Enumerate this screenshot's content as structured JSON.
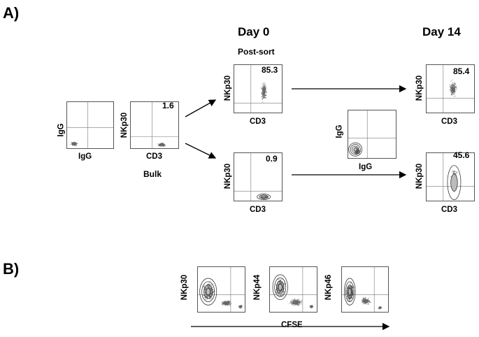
{
  "panels": {
    "a_label": "A)",
    "b_label": "B)"
  },
  "headers": {
    "day0": "Day 0",
    "day14": "Day 14",
    "post_sort": "Post-sort",
    "bulk": "Bulk"
  },
  "plots": [
    {
      "id": "igg-bulk",
      "x_label": "IgG",
      "y_label": "IgG",
      "percent": ""
    },
    {
      "id": "nkp30-bulk",
      "x_label": "CD3",
      "y_label": "NKp30",
      "percent": "1.6"
    },
    {
      "id": "day0-pos",
      "x_label": "CD3",
      "y_label": "NKp30",
      "percent": "85.3"
    },
    {
      "id": "day0-neg",
      "x_label": "CD3",
      "y_label": "NKp30",
      "percent": "0.9"
    },
    {
      "id": "igg-day14",
      "x_label": "IgG",
      "y_label": "IgG",
      "percent": ""
    },
    {
      "id": "day14-pos",
      "x_label": "CD3",
      "y_label": "NKp30",
      "percent": "85.4"
    },
    {
      "id": "day14-neg",
      "x_label": "CD3",
      "y_label": "NKp30",
      "percent": "45.6"
    }
  ],
  "panel_b": {
    "plots": [
      {
        "id": "b-nkp30",
        "y_label": "NKp30"
      },
      {
        "id": "b-nkp44",
        "y_label": "NKp44"
      },
      {
        "id": "b-nkp46",
        "y_label": "NKp46"
      }
    ],
    "x_axis_label": "CFSE"
  },
  "colors": {
    "ink": "#000000",
    "dots": "#666666",
    "frame": "#555555"
  }
}
